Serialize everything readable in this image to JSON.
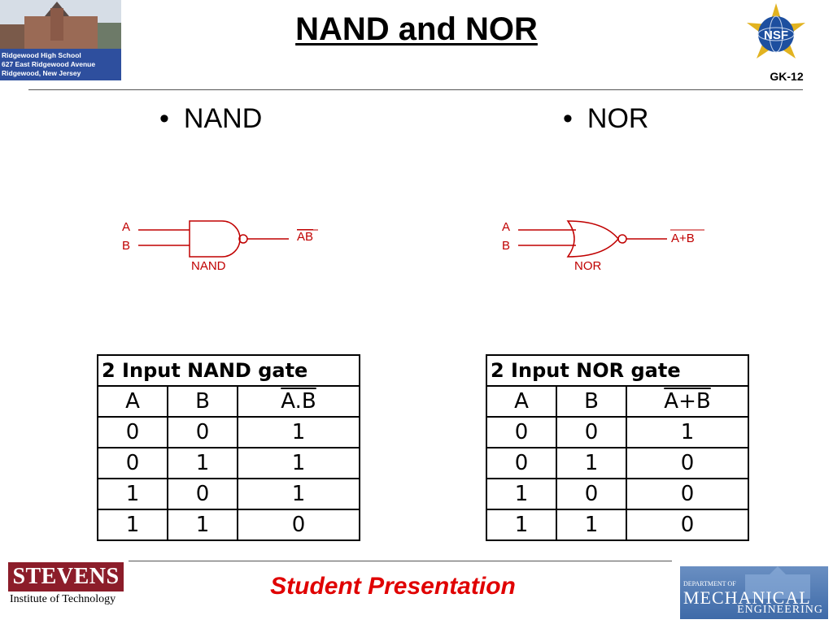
{
  "header": {
    "title": "NAND and NOR",
    "school_lines": [
      "Ridgewood High School",
      "627 East Ridgewood Avenue",
      "Ridgewood, New Jersey"
    ],
    "nsf_text": "NSF",
    "gk12": "GK-12"
  },
  "left": {
    "bullet_dot": "•",
    "bullet": "NAND",
    "gate": {
      "input_a": "A",
      "input_b": "B",
      "output": "AB",
      "name": "NAND"
    },
    "table": {
      "caption": "2 Input NAND gate",
      "headers": [
        "A",
        "B",
        "A.B"
      ],
      "rows": [
        [
          "0",
          "0",
          "1"
        ],
        [
          "0",
          "1",
          "1"
        ],
        [
          "1",
          "0",
          "1"
        ],
        [
          "1",
          "1",
          "0"
        ]
      ]
    }
  },
  "right": {
    "bullet_dot": "•",
    "bullet": "NOR",
    "gate": {
      "input_a": "A",
      "input_b": "B",
      "output": "A+B",
      "name": "NOR"
    },
    "table": {
      "caption": "2 Input NOR gate",
      "headers": [
        "A",
        "B",
        "A+B"
      ],
      "rows": [
        [
          "0",
          "0",
          "1"
        ],
        [
          "0",
          "1",
          "0"
        ],
        [
          "1",
          "0",
          "0"
        ],
        [
          "1",
          "1",
          "0"
        ]
      ]
    }
  },
  "footer": {
    "text": "Student Presentation",
    "stevens_name": "STEVENS",
    "stevens_sub": "Institute of Technology",
    "mech_dept": "DEPARTMENT OF",
    "mech_line1": "MECHANICAL",
    "mech_line2": "ENGINEERING"
  },
  "colors": {
    "gate_red": "#c00000",
    "footer_red": "#e00000",
    "stevens_maroon": "#8c1d2a"
  }
}
